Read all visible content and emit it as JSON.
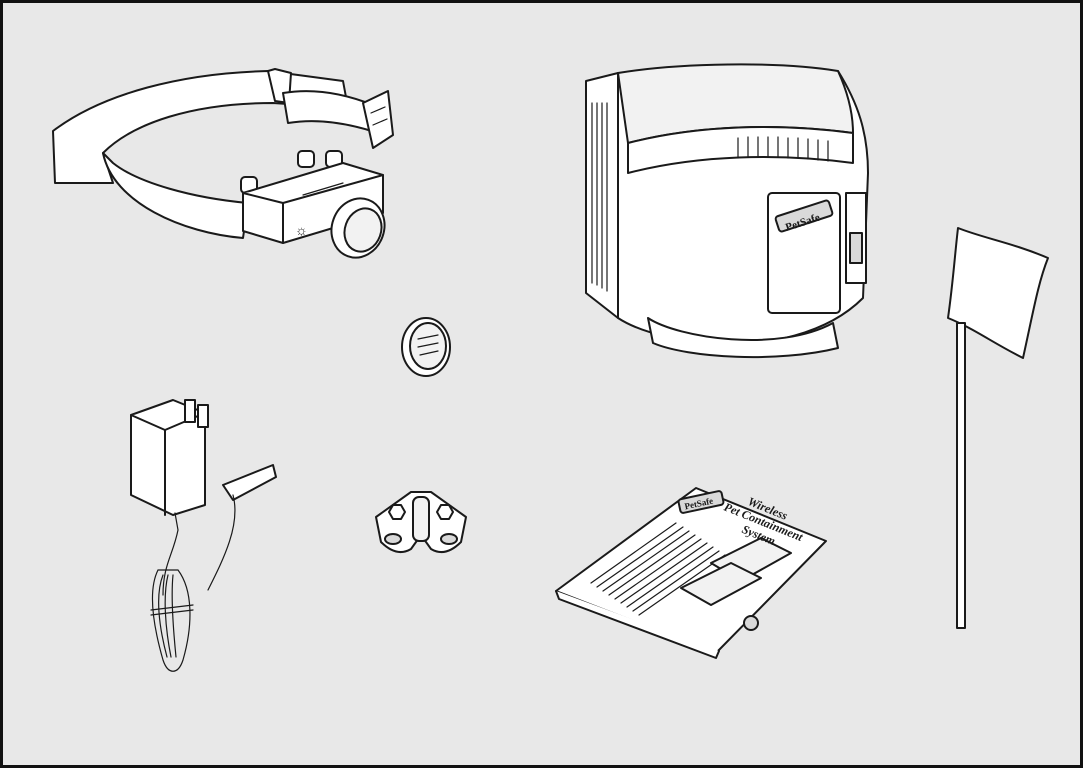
{
  "components": {
    "collar": {
      "light_symbol": "☼"
    },
    "transmitter": {
      "brand_logo": "PetSafe"
    },
    "battery": {},
    "power_adapter": {},
    "test_light_tool": {},
    "manual": {
      "brand_logo": "PetSafe",
      "title_line1": "Wireless",
      "title_line2": "Pet Containment",
      "title_line3": "System"
    },
    "flag": {}
  },
  "colors": {
    "background": "#e8e8e8",
    "line": "#1a1a1a",
    "fill": "#ffffff"
  }
}
